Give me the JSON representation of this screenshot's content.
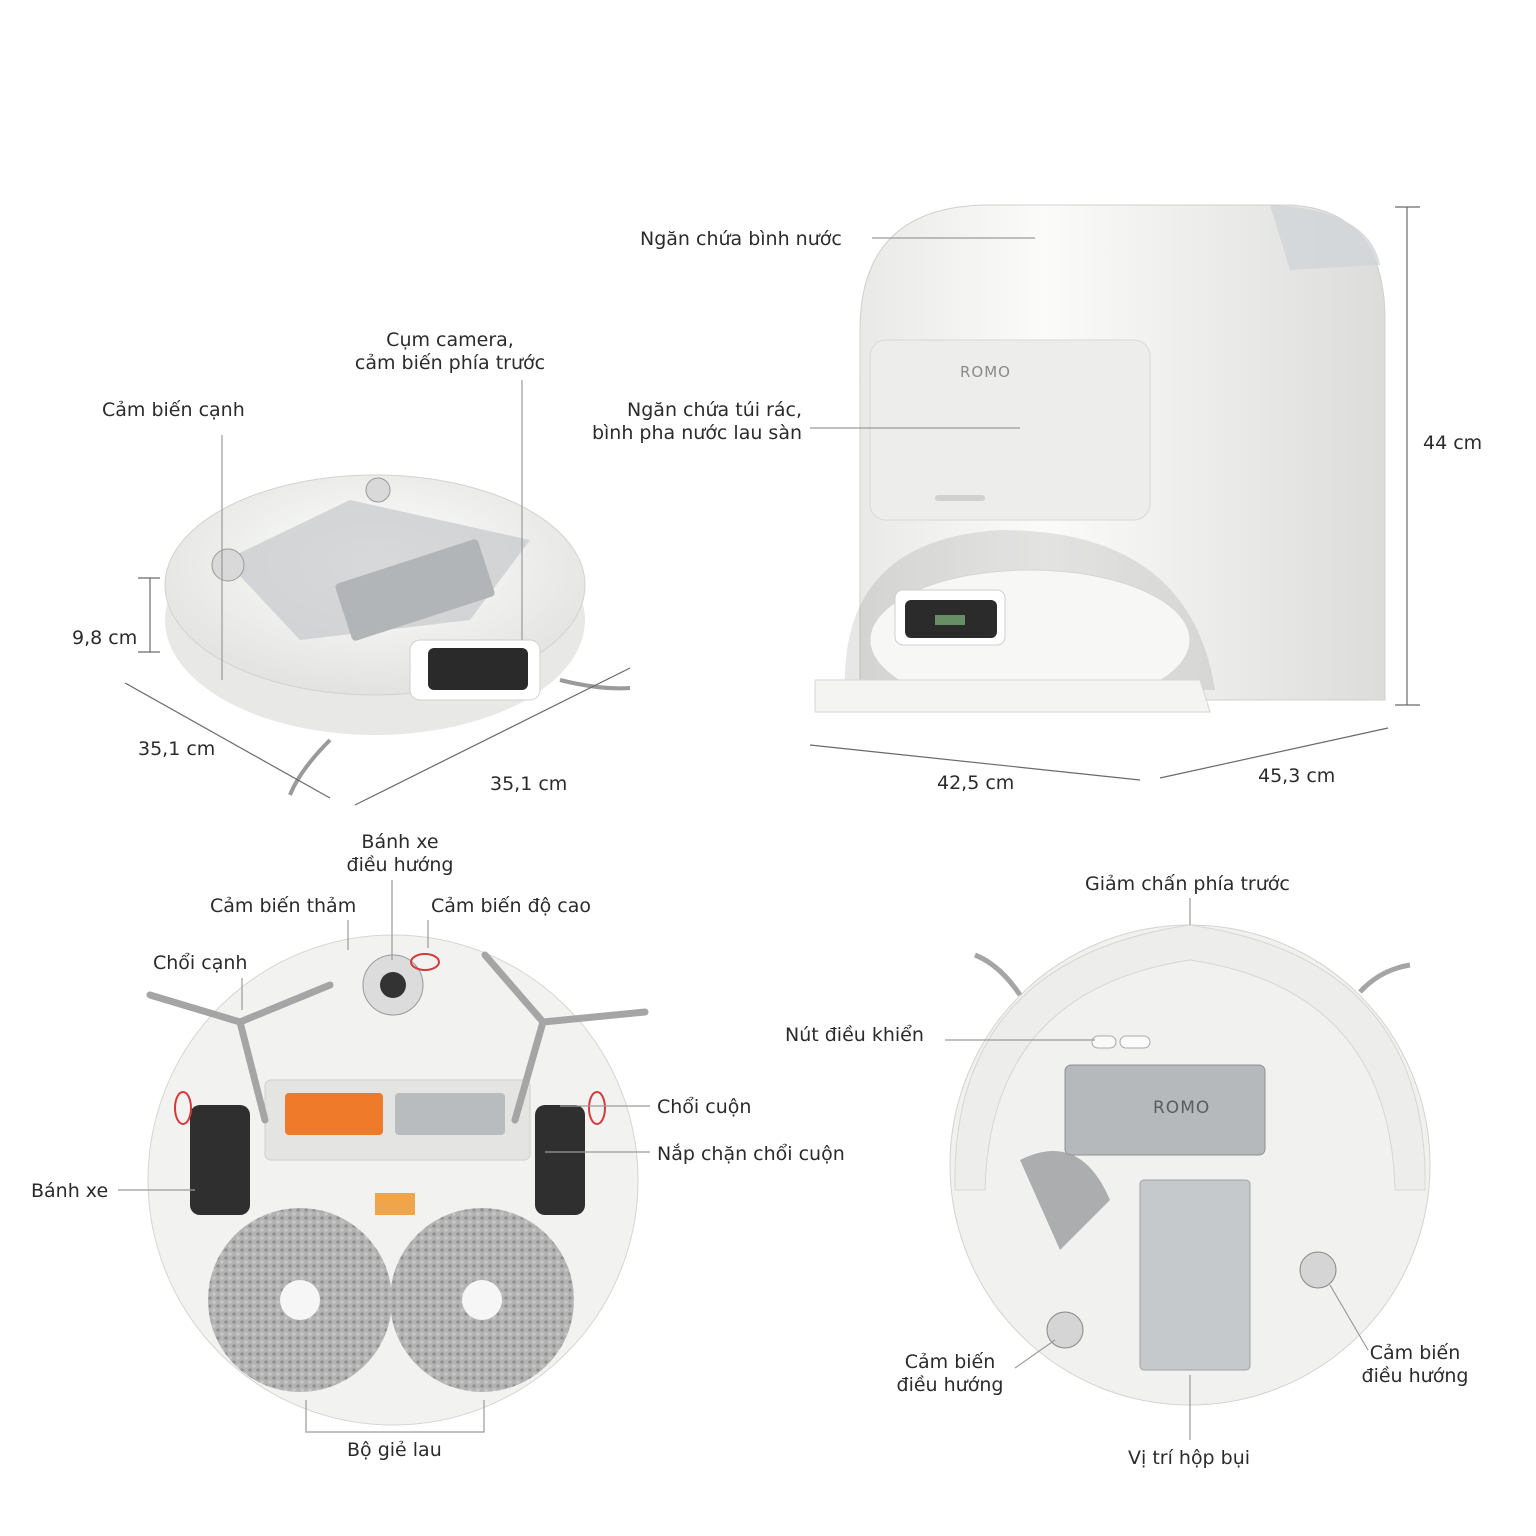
{
  "brand": "ROMO",
  "station": {
    "water_tank": "Ngăn chứa bình nước",
    "bag_line1": "Ngăn chứa túi rác,",
    "bag_line2": "bình pha nước lau sàn",
    "height": "44 cm",
    "width": "42,5 cm",
    "depth": "45,3 cm"
  },
  "robot_top": {
    "camera_line1": "Cụm camera,",
    "camera_line2": "cảm biến phía trước",
    "edge_sensor": "Cảm biến cạnh",
    "height": "9,8 cm",
    "width_left": "35,1 cm",
    "width_right": "35,1 cm"
  },
  "robot_bottom": {
    "nav_wheel_line1": "Bánh xe",
    "nav_wheel_line2": "điều hướng",
    "carpet_sensor": "Cảm biến thảm",
    "cliff_sensor": "Cảm biến độ cao",
    "side_brush": "Chổi cạnh",
    "roller_brush": "Chổi cuộn",
    "roller_cover": "Nắp chặn chổi cuộn",
    "wheel": "Bánh xe",
    "mop": "Bộ giẻ lau"
  },
  "robot_inside": {
    "front_bumper": "Giảm chấn phía trước",
    "control_button": "Nút điều khiển",
    "nav_sensor_left_line1": "Cảm biến",
    "nav_sensor_left_line2": "điều hướng",
    "nav_sensor_right_line1": "Cảm biến",
    "nav_sensor_right_line2": "điều hướng",
    "dustbin": "Vị trí hộp bụi"
  },
  "colors": {
    "accent_orange": "#ee7a2a",
    "body_white": "#f2f2f0",
    "mop_gray": "#a9a9a9",
    "metal": "#b9bcbe"
  }
}
